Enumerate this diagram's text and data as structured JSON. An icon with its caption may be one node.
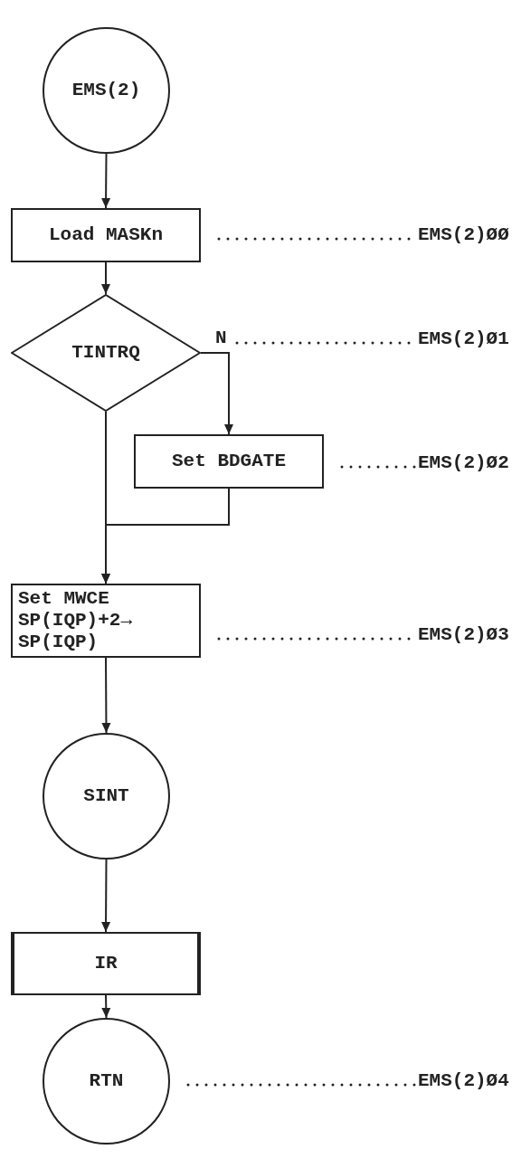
{
  "diagram": {
    "nodes": [
      {
        "text": [
          "EMS(2)"
        ]
      },
      {
        "text": [
          "Load MASKn"
        ]
      },
      {
        "text": [
          "EMS(2)ØØ"
        ]
      },
      {
        "text": [
          "TINTRQ"
        ]
      },
      {
        "text": [
          "EMS(2)Ø1"
        ]
      },
      {
        "text": [
          "Set BDGATE"
        ]
      },
      {
        "text": [
          "EMS(2)Ø2"
        ]
      },
      {
        "text": [
          "Set MWCE",
          "SP(IQP)+2→ SP(IQP)"
        ]
      },
      {
        "text": [
          "EMS(2)Ø3"
        ]
      },
      {
        "text": [
          "SINT"
        ]
      },
      {
        "text": [
          "IR"
        ]
      },
      {
        "text": [
          "RTN"
        ]
      },
      {
        "text": [
          "EMS(2)Ø4"
        ]
      }
    ],
    "edges": [
      {
        "from": 0,
        "to": 1,
        "arrow": "to"
      },
      {
        "from": 1,
        "to": 2,
        "arrow": "none",
        "style": "dashed"
      },
      {
        "from": 1,
        "to": 3,
        "arrow": "to"
      },
      {
        "from": 3,
        "to": 4,
        "arrow": "none",
        "style": "dashed"
      },
      {
        "from": 3,
        "to": 5,
        "arrow": "to",
        "label": "N"
      },
      {
        "from": 3,
        "to": 7,
        "arrow": "to"
      },
      {
        "from": 5,
        "to": 6,
        "arrow": "none",
        "style": "dashed"
      },
      {
        "from": 5,
        "to": 7,
        "arrow": "to"
      },
      {
        "from": 7,
        "to": 8,
        "arrow": "none",
        "style": "dashed"
      },
      {
        "from": 7,
        "to": 9,
        "arrow": "to"
      },
      {
        "from": 9,
        "to": 10,
        "arrow": "to"
      },
      {
        "from": 10,
        "to": 11,
        "arrow": "to"
      },
      {
        "from": 11,
        "to": 12,
        "arrow": "none",
        "style": "dashed"
      }
    ]
  }
}
